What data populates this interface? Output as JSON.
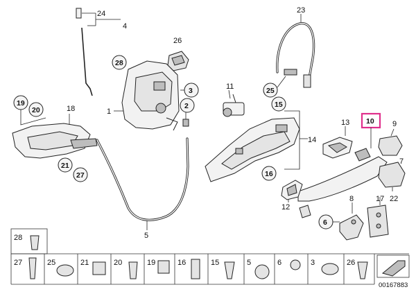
{
  "labels": {
    "l24": "24",
    "l4": "4",
    "l26": "26",
    "l28": "28",
    "l3": "3",
    "l1": "1",
    "l2": "2",
    "l23": "23",
    "l25": "25",
    "l11": "11",
    "l15": "15",
    "l14": "14",
    "l16": "16",
    "l19": "19",
    "l20": "20",
    "l18": "18",
    "l21": "21",
    "l27": "27",
    "l5": "5",
    "l13": "13",
    "l10": "10",
    "l9": "9",
    "l7": "7",
    "l22": "22",
    "l12": "12",
    "l8": "8",
    "l6": "6",
    "l17": "17"
  },
  "legend": {
    "top": "28",
    "row": [
      "27",
      "25",
      "21",
      "20",
      "19",
      "16",
      "15",
      "5",
      "6",
      "3",
      "26"
    ]
  },
  "diagram_id": "00167883",
  "highlight_color": "#e0308c"
}
